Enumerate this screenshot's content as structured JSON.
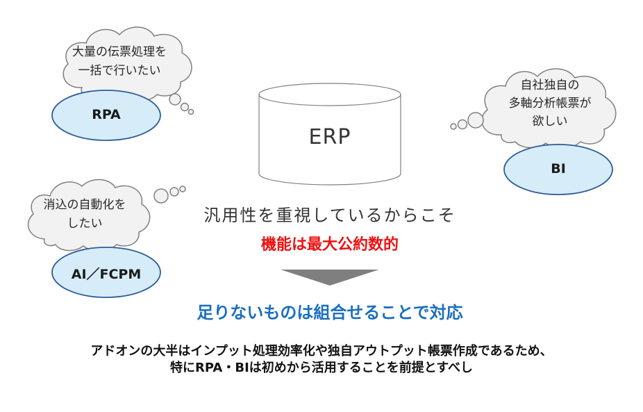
{
  "clouds": {
    "rpa": {
      "line1": "大量の伝票処理を",
      "line2": "一括で行いたい"
    },
    "ai": {
      "line1": "消込の自動化を",
      "line2": "したい"
    },
    "bi": {
      "line1": "自社独自の",
      "line2": "多軸分析帳票が",
      "line3": "欲しい"
    }
  },
  "ovals": {
    "rpa": "RPA",
    "ai": "AI／FCPM",
    "bi": "BI"
  },
  "database": {
    "label": "ERP"
  },
  "center": {
    "line1": "汎用性を重視しているからこそ",
    "line2": "機能は最大公約数的",
    "line3": "足りないものは組合せることで対応"
  },
  "footer": {
    "line1": "アドオンの大半はインプット処理効率化や独自アウトプット帳票作成であるため、",
    "line2": "特にRPA・BIは初めから活用することを前提とすべし"
  },
  "colors": {
    "cloud_fill": "#f2f2f2",
    "cloud_stroke": "#7f7f7f",
    "oval_fill": "#d6ecf9",
    "oval_stroke": "#2e5c96",
    "arrow_fill": "#7f7f7f",
    "emphasis_red": "#ee1111",
    "emphasis_blue": "#1b6fbf"
  }
}
